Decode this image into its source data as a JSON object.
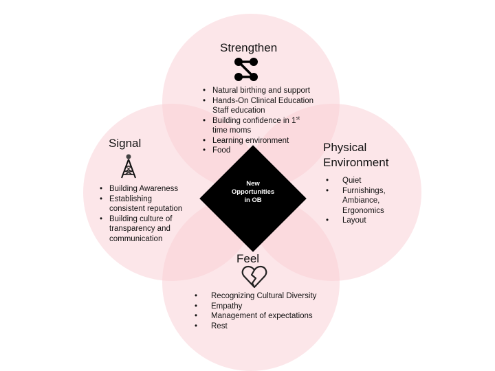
{
  "center": {
    "line1": "New",
    "line2": "Opportunities",
    "line3": "in OB"
  },
  "strengthen": {
    "title": "Strengthen",
    "items": [
      "Natural birthing and support",
      "Hands-On Clinical Education",
      "Staff education",
      "Building confidence in 1",
      "st",
      "time moms",
      "Learning environment",
      "Food"
    ]
  },
  "signal": {
    "title": "Signal",
    "items": [
      "Building Awareness",
      "Establishing",
      "consistent reputation",
      "Building culture of",
      "transparency and",
      "communication"
    ]
  },
  "physical": {
    "title_line1": "Physical",
    "title_line2": "Environment",
    "items": [
      "Quiet",
      "Furnishings,",
      "Ambiance,",
      "Ergonomics",
      "Layout"
    ]
  },
  "feel": {
    "title": "Feel",
    "items": [
      "Recognizing Cultural Diversity",
      "Empathy",
      "Management of expectations",
      "Rest"
    ]
  },
  "colors": {
    "circle_fill": "#F9D0D4",
    "diamond": "#000000",
    "text": "#111111"
  },
  "icons": {
    "strengthen": "connected-nodes-icon",
    "signal": "radio-tower-icon",
    "feel": "broken-heart-icon"
  }
}
